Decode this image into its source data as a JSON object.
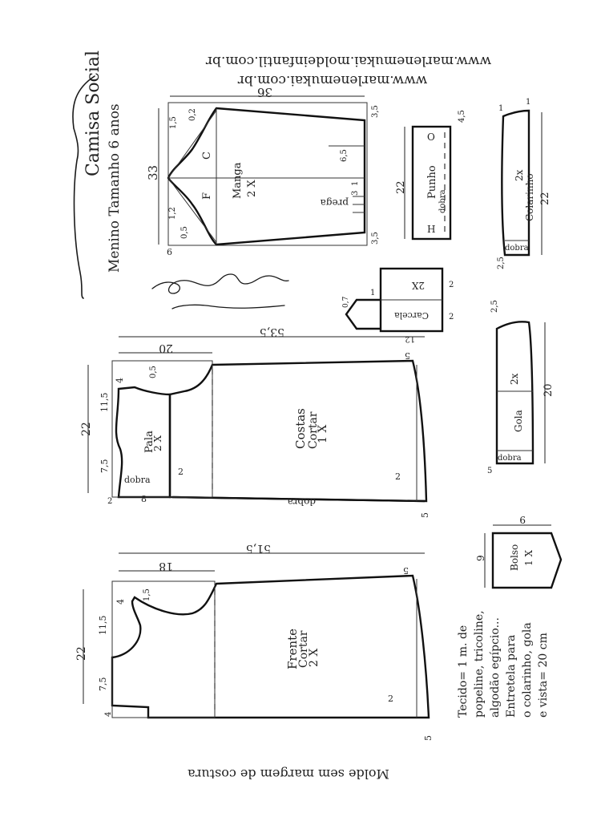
{
  "header": {
    "title": "Camisa Social",
    "subtitle": "Menino Tamanho 6 anos",
    "website_1": "www.marlenemukai.com.br",
    "website_2": "www.marlenemukai.moldeinfantil.com.br",
    "footer": "Molde sem margem de costura"
  },
  "fabric_note": {
    "line1": "Tecido= 1 m. de",
    "line2": "popeline, tricoline,",
    "line3": "algodão egípcio...",
    "line4": "Entretela para",
    "line5": "o colarinho, gola",
    "line6": "e vista= 20 cm"
  },
  "pieces": {
    "frente": {
      "name": "Frente",
      "cut": "Cortar",
      "qty": "2 X",
      "dims": {
        "length": "51,5",
        "shoulder": "18",
        "side": "22",
        "neck_h": "7,5",
        "neck_w": "11,5",
        "sh_drop": "4",
        "arm": "1,5",
        "hem": "2",
        "bottom": "5",
        "front_ext": "4",
        "hem_top": "5"
      }
    },
    "costas": {
      "name": "Costas",
      "cut": "Cortar",
      "qty": "1 X",
      "fold": "dobra",
      "dims": {
        "length": "53,5",
        "shoulder": "20",
        "hem": "2",
        "bottom": "5",
        "hem_top": "5"
      }
    },
    "pala": {
      "name": "Pala",
      "qty": "2 X",
      "fold": "dobra",
      "dims": {
        "side": "22",
        "neck_h": "7,5",
        "neck_w": "11,5",
        "sh_drop": "4",
        "arm": "0,5",
        "hem": "2",
        "bottom": "2",
        "base": "8"
      }
    },
    "manga": {
      "name": "Manga",
      "qty": "2 X",
      "pleat": "prega",
      "dims": {
        "cap_w": "36",
        "height": "33",
        "cap_top": "1,5",
        "cap_mid": "0,2",
        "cap_low": "1,2",
        "cap_bottom": "0,5",
        "b_top": "6",
        "cuff_1": "3,5",
        "cuff_2": "3,5",
        "slit": "6,5",
        "pleat_a": "3",
        "pleat_b": "1",
        "back": "F",
        "front": "C"
      }
    },
    "punho": {
      "name": "Punho",
      "fold": "dobra",
      "dims": {
        "length": "22",
        "width": "4,5",
        "marker_o": "O",
        "marker_h": "H"
      }
    },
    "carcela": {
      "name": "Carcela",
      "qty": "2X",
      "dims": {
        "w": "2",
        "h": "2",
        "len": "12",
        "tip_a": "1",
        "tip_b": "0,7"
      }
    },
    "colarinho": {
      "name": "Colarinho",
      "qty": "2x",
      "fold": "dobra",
      "dims": {
        "length": "22",
        "top": "1",
        "top2": "1",
        "b": "2,5"
      }
    },
    "gola": {
      "name": "Gola",
      "qty": "2x",
      "fold": "dobra",
      "dims": {
        "length": "20",
        "top": "2,5",
        "b": "5"
      }
    },
    "bolso": {
      "name": "Bolso",
      "qty": "1 X",
      "dims": {
        "w": "9",
        "h": "9"
      }
    }
  }
}
